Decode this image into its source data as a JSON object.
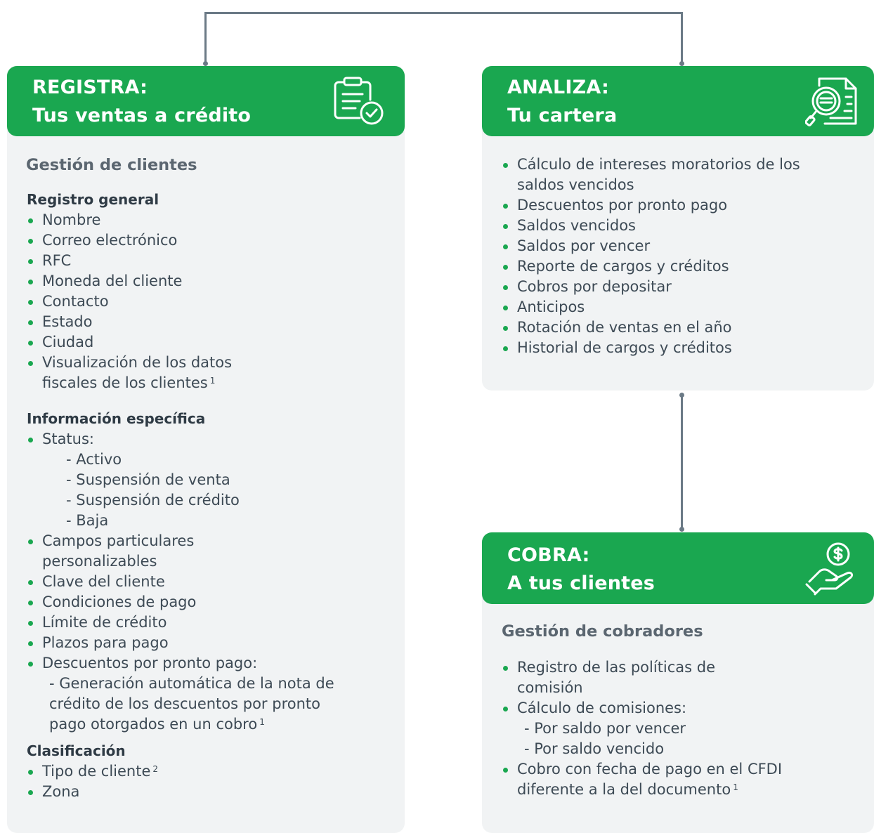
{
  "colors": {
    "accent": "#1aa750",
    "card_bg": "#f1f3f4",
    "connector": "#6b7a86"
  },
  "registra": {
    "title_line1": "REGISTRA:",
    "title_line2": "Tus ventas a crédito",
    "icon": "clipboard-check-icon",
    "section": "Gestión de clientes",
    "registro_general": {
      "heading": "Registro general",
      "items": [
        "Nombre",
        "Correo electrónico",
        "RFC",
        "Moneda del cliente",
        "Contacto",
        "Estado",
        "Ciudad",
        "Visualización de los datos"
      ],
      "item_cont": "fiscales de los clientes",
      "item_cont_note": "1"
    },
    "informacion_especifica": {
      "heading": "Información específica",
      "status": "Status:",
      "status_options": [
        "- Activo",
        "- Suspensión de venta",
        "- Suspensión de crédito",
        "- Baja"
      ],
      "campos_line1": "Campos particulares",
      "campos_line2": "personalizables",
      "items": [
        "Clave del cliente",
        "Condiciones de pago",
        "Límite de crédito",
        "Plazos para pago"
      ],
      "descuentos": "Descuentos por pronto pago:",
      "descuentos_sub1": "- Generación automática de la nota de",
      "descuentos_sub2": "crédito de los descuentos por pronto",
      "descuentos_sub3": "pago otorgados en un cobro",
      "descuentos_note": "1"
    },
    "clasificacion": {
      "heading": "Clasificación",
      "tipo": "Tipo de cliente",
      "tipo_note": "2",
      "zona": "Zona"
    }
  },
  "analiza": {
    "title_line1": "ANALIZA:",
    "title_line2": "Tu cartera",
    "icon": "document-search-icon",
    "item1_line1": "Cálculo de intereses moratorios de los",
    "item1_line2": "saldos vencidos",
    "items": [
      "Descuentos por pronto pago",
      "Saldos vencidos",
      "Saldos por vencer",
      "Reporte de cargos y créditos",
      "Cobros por depositar",
      "Anticipos",
      "Rotación de ventas en el año",
      "Historial de cargos y créditos"
    ]
  },
  "cobra": {
    "title_line1": "COBRA:",
    "title_line2": "A tus clientes",
    "icon": "hand-coin-icon",
    "section": "Gestión de cobradores",
    "item1_line1": "Registro de las políticas de",
    "item1_line2": "comisión",
    "item2": "Cálculo de comisiones:",
    "item2_subs": [
      "- Por saldo por vencer",
      "- Por saldo vencido"
    ],
    "item3_line1": "Cobro con fecha de pago en el CFDI",
    "item3_line2": "diferente a la del documento",
    "item3_note": "1"
  }
}
